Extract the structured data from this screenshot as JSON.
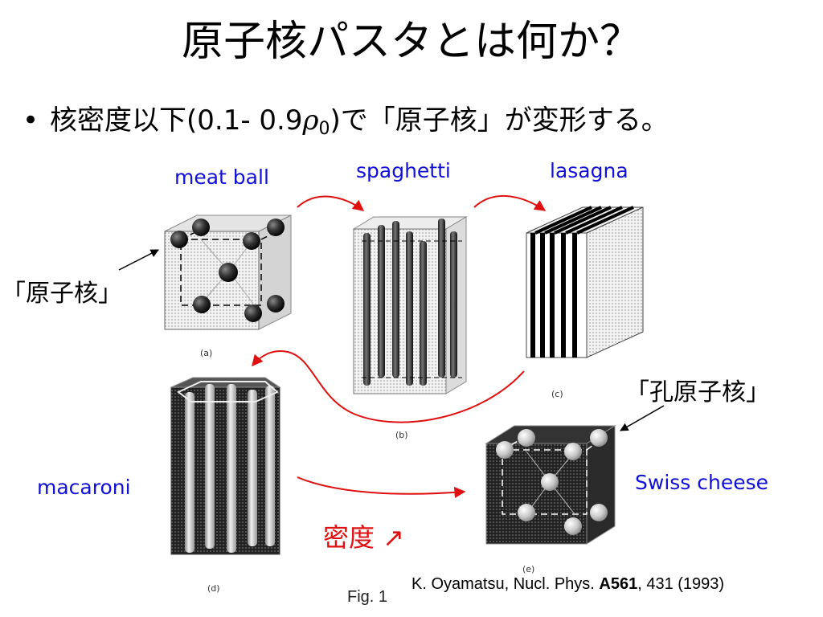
{
  "title": "原子核パスタとは何か？",
  "bullet": {
    "marker": "•",
    "text_before": "核密度以下(0.1- 0.9",
    "rho": "ρ",
    "rho_sub": "0",
    "text_after": ")で「原子核」が変形する。"
  },
  "labels": {
    "meatball": "meat ball",
    "spaghetti": "spaghetti",
    "lasagna": "lasagna",
    "macaroni": "macaroni",
    "swiss": "Swiss cheese",
    "nucleus": "「原子核」",
    "hole_nucleus": "「孔原子核」",
    "density": "密度 ↗"
  },
  "panel_captions": {
    "a": "(a)",
    "b": "(b)",
    "c": "(c)",
    "d": "(d)",
    "e": "(e)"
  },
  "citation": {
    "prefix": "K. Oyamatsu, Nucl. Phys. ",
    "volume": "A561",
    "suffix": ", 431 (1993)"
  },
  "figure_label": "Fig. 1",
  "colors": {
    "label_blue": "#1010d8",
    "arrow_red": "#e01010"
  }
}
